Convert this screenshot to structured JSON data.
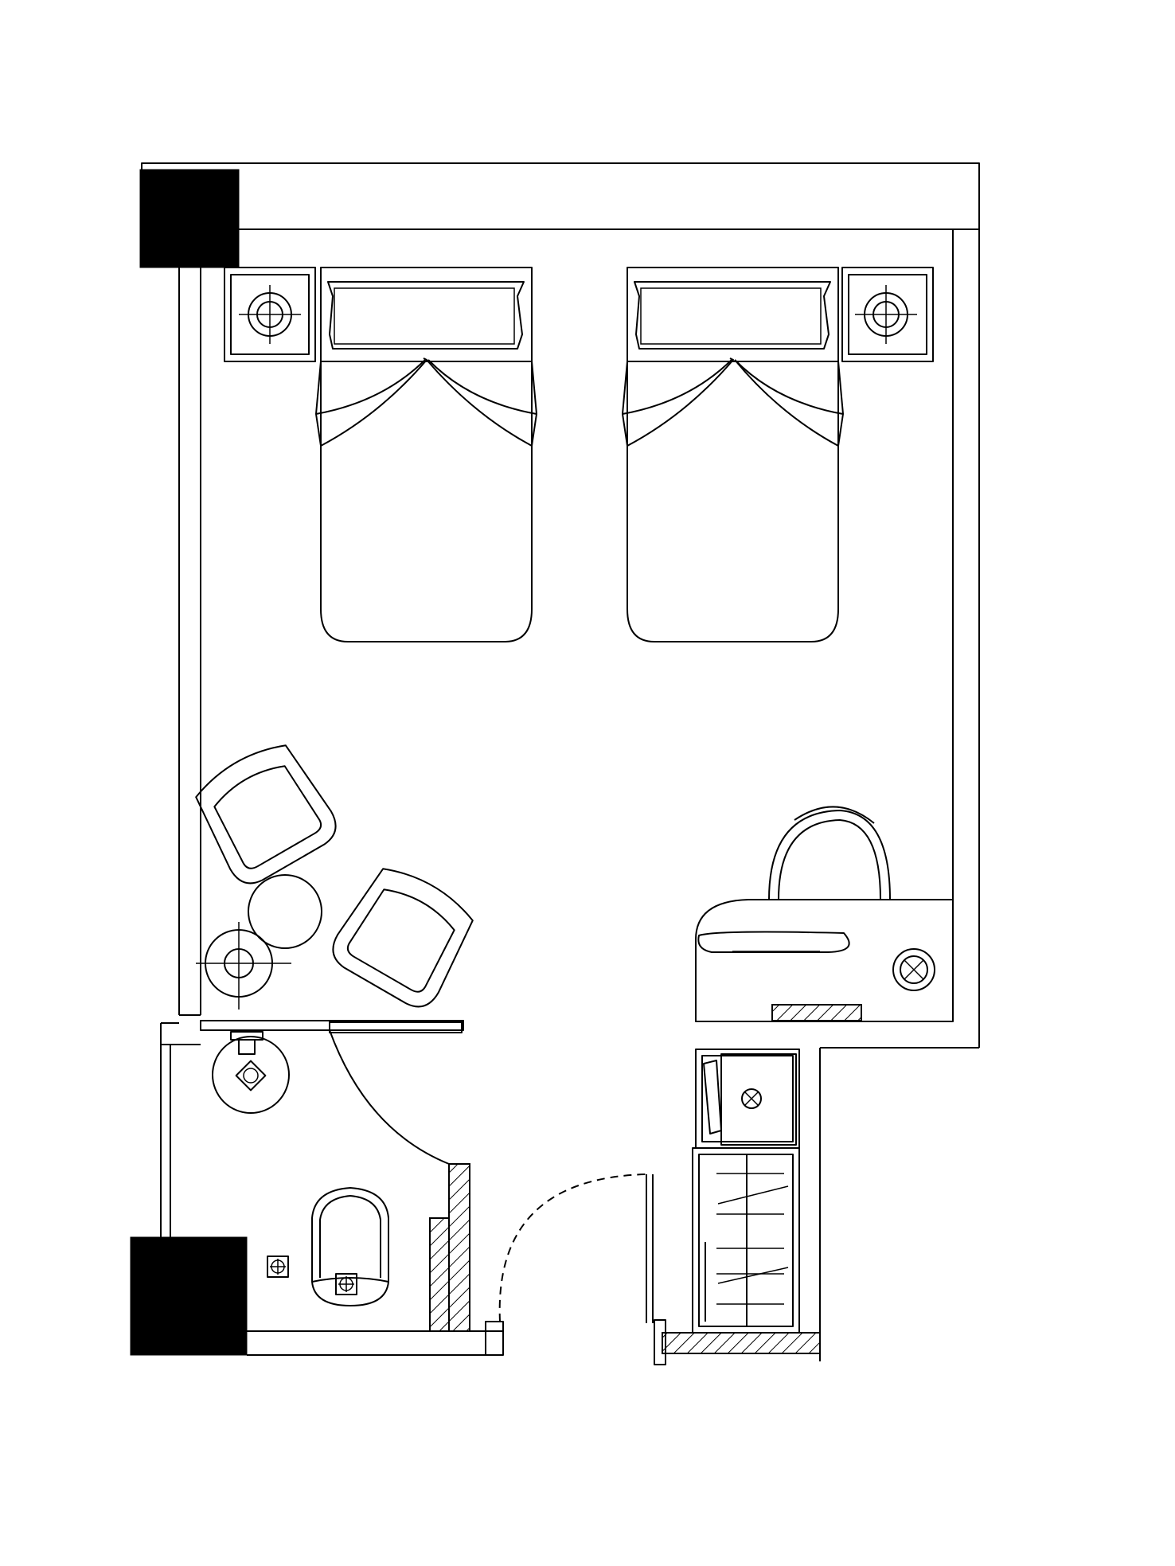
{
  "drawing": {
    "type": "floor-plan",
    "style": "black line drawing on white",
    "colors": {
      "line": "#000000",
      "background": "#ffffff",
      "column": "#000000"
    },
    "text_labels": []
  },
  "symbols": [
    "structural-column",
    "window",
    "nightstand",
    "table-lamp",
    "single-bed",
    "armchair",
    "side-table",
    "floor-lamp",
    "desk",
    "desk-chair",
    "luggage-rack",
    "minibar-safe",
    "wardrobe",
    "bathroom-door-swing",
    "entry-door-swing",
    "washbasin",
    "toilet",
    "floor-drain"
  ]
}
